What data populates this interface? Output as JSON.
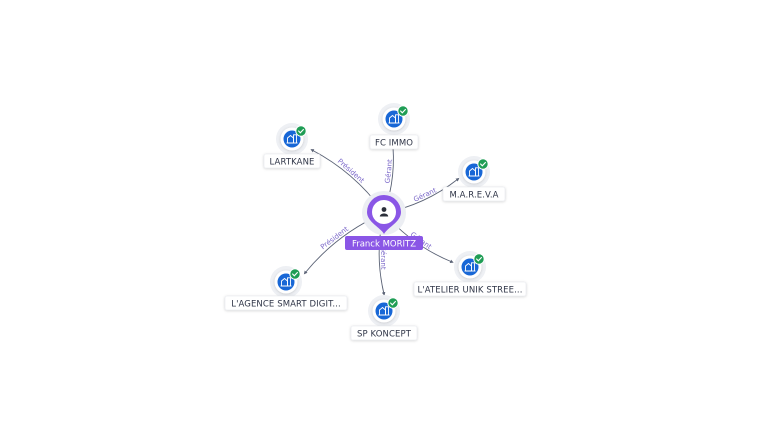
{
  "center": {
    "name": "Franck MORITZ",
    "icon": "person-icon",
    "color": "#8a56e6"
  },
  "companies": [
    {
      "id": "fc-immo",
      "name": "FC IMMO",
      "role": "Gérant",
      "icon": "company-building-icon",
      "status_icon": "verified-check-icon"
    },
    {
      "id": "lartkane",
      "name": "LARTKANE",
      "role": "Président",
      "icon": "company-building-icon",
      "status_icon": "verified-check-icon"
    },
    {
      "id": "mareva",
      "name": "M.A.R.E.V.A",
      "role": "Gérant",
      "icon": "company-building-icon",
      "status_icon": "verified-check-icon"
    },
    {
      "id": "atelier-unik",
      "name": "L'ATELIER UNIK STREE...",
      "role": "Gérant",
      "icon": "company-building-icon",
      "status_icon": "verified-check-icon"
    },
    {
      "id": "sp-koncept",
      "name": "SP KONCEPT",
      "role": "Gérant",
      "icon": "company-building-icon",
      "status_icon": "verified-check-icon"
    },
    {
      "id": "agence-smart",
      "name": "L'AGENCE SMART DIGIT...",
      "role": "Président",
      "icon": "company-building-icon",
      "status_icon": "verified-check-icon"
    }
  ],
  "colors": {
    "company_blue": "#1867d6",
    "check_green": "#1f9d55",
    "edge": "#5a6275",
    "edge_label": "#7b68c9"
  }
}
